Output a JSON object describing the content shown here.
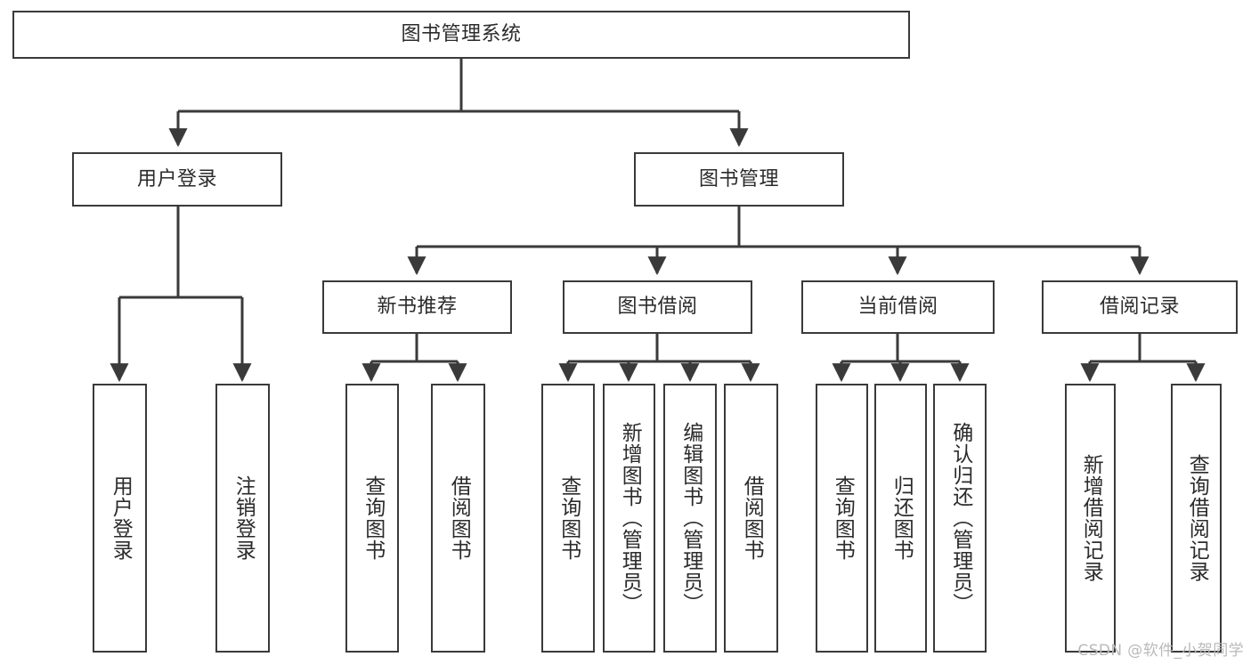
{
  "diagram": {
    "title": "图书管理系统",
    "line_color": "#3a3a3a",
    "box_fill": "#ffffff",
    "text_color": "#2b2b2b",
    "watermark": "CSDN @软件_小贺同学"
  },
  "nodes": {
    "root": {
      "label": "图书管理系统"
    },
    "level2": [
      {
        "label": "用户登录"
      },
      {
        "label": "图书管理"
      }
    ],
    "level3": [
      {
        "label": "新书推荐"
      },
      {
        "label": "图书借阅"
      },
      {
        "label": "当前借阅"
      },
      {
        "label": "借阅记录"
      }
    ],
    "leaves": {
      "user_login": [
        {
          "label": "用户登录"
        },
        {
          "label": "注销登录"
        }
      ],
      "new_book": [
        {
          "label": "查询图书"
        },
        {
          "label": "借阅图书"
        }
      ],
      "book_borrow": [
        {
          "label": "查询图书"
        },
        {
          "label": "新增图书（管理员）"
        },
        {
          "label": "编辑图书（管理员）"
        },
        {
          "label": "借阅图书"
        }
      ],
      "current_borrow": [
        {
          "label": "查询图书"
        },
        {
          "label": "归还图书"
        },
        {
          "label": "确认归还（管理员）"
        }
      ],
      "borrow_record": [
        {
          "label": "新增借阅记录"
        },
        {
          "label": "查询借阅记录"
        }
      ]
    }
  }
}
